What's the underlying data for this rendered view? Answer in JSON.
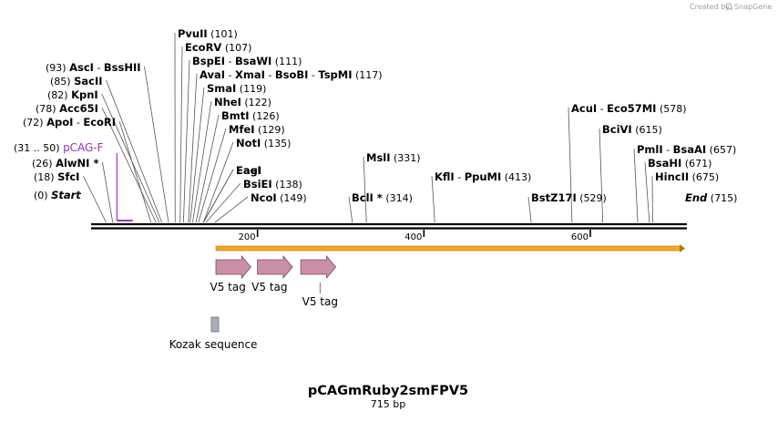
{
  "credit": {
    "prefix": "Created by",
    "brand": "SnapGene"
  },
  "plasmid": {
    "name": "pCAGmRuby2smFPV5",
    "length": 715,
    "length_label": "715 bp"
  },
  "ticks": [
    {
      "pos": 200,
      "label": "200"
    },
    {
      "pos": 400,
      "label": "400"
    },
    {
      "pos": 600,
      "label": "600"
    }
  ],
  "sites": [
    {
      "names": [
        "Start"
      ],
      "pos_label": "(0)",
      "site": 0,
      "italic": true
    },
    {
      "names": [
        "SfcI"
      ],
      "pos_label": "(18)",
      "site": 18
    },
    {
      "names": [
        "AlwNI *"
      ],
      "pos_label": "(26)",
      "site": 26
    },
    {
      "names": [
        "ApoI",
        "EcoRI"
      ],
      "pos_label": "(72)",
      "site": 72
    },
    {
      "names": [
        "Acc65I"
      ],
      "pos_label": "(78)",
      "site": 78
    },
    {
      "names": [
        "KpnI"
      ],
      "pos_label": "(82)",
      "site": 82
    },
    {
      "names": [
        "SacII"
      ],
      "pos_label": "(85)",
      "site": 85
    },
    {
      "names": [
        "AscI",
        "BssHII"
      ],
      "pos_label": "(93)",
      "site": 93
    },
    {
      "names": [
        "PvuII"
      ],
      "pos_label": "(101)",
      "site": 101
    },
    {
      "names": [
        "EcoRV"
      ],
      "pos_label": "(107)",
      "site": 107
    },
    {
      "names": [
        "BspEI",
        "BsaWI"
      ],
      "pos_label": "(111)",
      "site": 111
    },
    {
      "names": [
        "AvaI",
        "XmaI",
        "BsoBI",
        "TspMI"
      ],
      "pos_label": "(117)",
      "site": 117
    },
    {
      "names": [
        "SmaI"
      ],
      "pos_label": "(119)",
      "site": 119
    },
    {
      "names": [
        "NheI"
      ],
      "pos_label": "(122)",
      "site": 122
    },
    {
      "names": [
        "BmtI"
      ],
      "pos_label": "(126)",
      "site": 126
    },
    {
      "names": [
        "MfeI"
      ],
      "pos_label": "(129)",
      "site": 129
    },
    {
      "names": [
        "NotI"
      ],
      "pos_label": "(135)",
      "site": 135
    },
    {
      "names": [
        "EaeI"
      ],
      "pos_label": "",
      "site": 135
    },
    {
      "names": [
        "EagI"
      ],
      "pos_label": "",
      "site": 135
    },
    {
      "names": [
        "BsiEI"
      ],
      "pos_label": "(138)",
      "site": 138
    },
    {
      "names": [
        "NcoI"
      ],
      "pos_label": "(149)",
      "site": 149
    },
    {
      "names": [
        "BclI *"
      ],
      "pos_label": "(314)",
      "site": 314
    },
    {
      "names": [
        "MslI"
      ],
      "pos_label": "(331)",
      "site": 331
    },
    {
      "names": [
        "KflI",
        "PpuMI"
      ],
      "pos_label": "(413)",
      "site": 413
    },
    {
      "names": [
        "BstZ17I"
      ],
      "pos_label": "(529)",
      "site": 529
    },
    {
      "names": [
        "AcuI",
        "Eco57MI"
      ],
      "pos_label": "(578)",
      "site": 578
    },
    {
      "names": [
        "BciVI"
      ],
      "pos_label": "(615)",
      "site": 615
    },
    {
      "names": [
        "PmlI",
        "BsaAI"
      ],
      "pos_label": "(657)",
      "site": 657
    },
    {
      "names": [
        "BsaHI"
      ],
      "pos_label": "(671)",
      "site": 671
    },
    {
      "names": [
        "HincII"
      ],
      "pos_label": "(675)",
      "site": 675
    },
    {
      "names": [
        "End"
      ],
      "pos_label": "(715)",
      "site": 715,
      "italic": true
    }
  ],
  "primer": {
    "name": "pCAG-F",
    "range_label": "(31 .. 50)",
    "start": 31,
    "end": 50,
    "color": "#9b30c8"
  },
  "orf": {
    "start": 150,
    "end": 714,
    "color": "#f5a623"
  },
  "features": [
    {
      "name": "V5 tag",
      "start": 150,
      "end": 192,
      "type": "arrow",
      "color": "#c98fa8"
    },
    {
      "name": "V5 tag",
      "start": 200,
      "end": 242,
      "type": "arrow",
      "color": "#c98fa8"
    },
    {
      "name": "V5 tag",
      "start": 252,
      "end": 294,
      "type": "arrow",
      "color": "#c98fa8"
    },
    {
      "name": "Kozak sequence",
      "start": 144,
      "end": 154,
      "type": "box",
      "color": "#a9adb8"
    }
  ],
  "colors": {
    "backbone": "#000000",
    "site_line": "#555555"
  }
}
